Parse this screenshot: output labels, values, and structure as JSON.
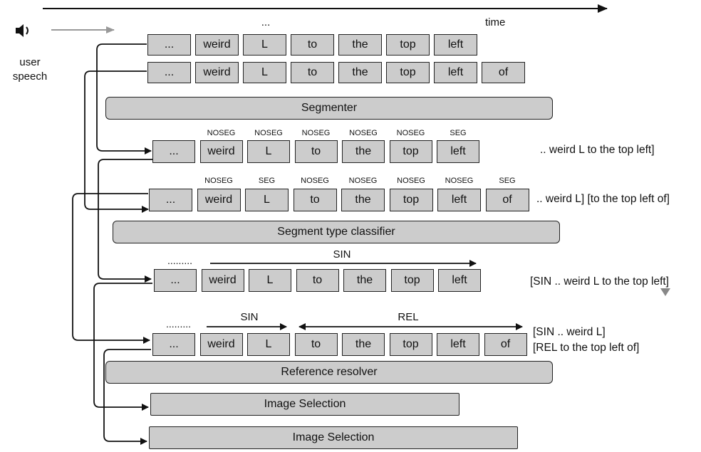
{
  "labels": {
    "time": "time",
    "user_speech_line1": "user",
    "user_speech_line2": "speech",
    "top_ellipsis": "...",
    "sin_row4_dots": ".........",
    "sin_row4_label": "SIN",
    "row5_dots": ".........",
    "row5_sin": "SIN",
    "row5_rel": "REL"
  },
  "rows": {
    "row1": [
      "...",
      "weird",
      "L",
      "to",
      "the",
      "top",
      "left"
    ],
    "row2": [
      "...",
      "weird",
      "L",
      "to",
      "the",
      "top",
      "left",
      "of"
    ],
    "row3": [
      "...",
      "weird",
      "L",
      "to",
      "the",
      "top",
      "left"
    ],
    "row3_tags": [
      "NOSEG",
      "NOSEG",
      "NOSEG",
      "NOSEG",
      "NOSEG",
      "SEG"
    ],
    "row4": [
      "...",
      "weird",
      "L",
      "to",
      "the",
      "top",
      "left",
      "of"
    ],
    "row4_tags": [
      "NOSEG",
      "SEG",
      "NOSEG",
      "NOSEG",
      "NOSEG",
      "NOSEG",
      "SEG"
    ],
    "row5": [
      "...",
      "weird",
      "L",
      "to",
      "the",
      "top",
      "left"
    ],
    "row6": [
      "...",
      "weird",
      "L",
      "to",
      "the",
      "top",
      "left",
      "of"
    ]
  },
  "bars": {
    "segmenter": "Segmenter",
    "segment_type_classifier": "Segment type classifier",
    "reference_resolver": "Reference resolver",
    "image_selection_1": "Image Selection",
    "image_selection_2": "Image Selection"
  },
  "notes": {
    "row3": ".. weird L to the top left]",
    "row4": ".. weird L] [to the top left of]",
    "row5": "[SIN .. weird L to the top left]",
    "row6_line1": "[SIN .. weird L]",
    "row6_line2": "[REL to the top left of]"
  },
  "colors": {
    "box_fill": "#cccccc",
    "stroke": "#111111",
    "speech_arrow": "#999999",
    "cursor": "#888888"
  }
}
